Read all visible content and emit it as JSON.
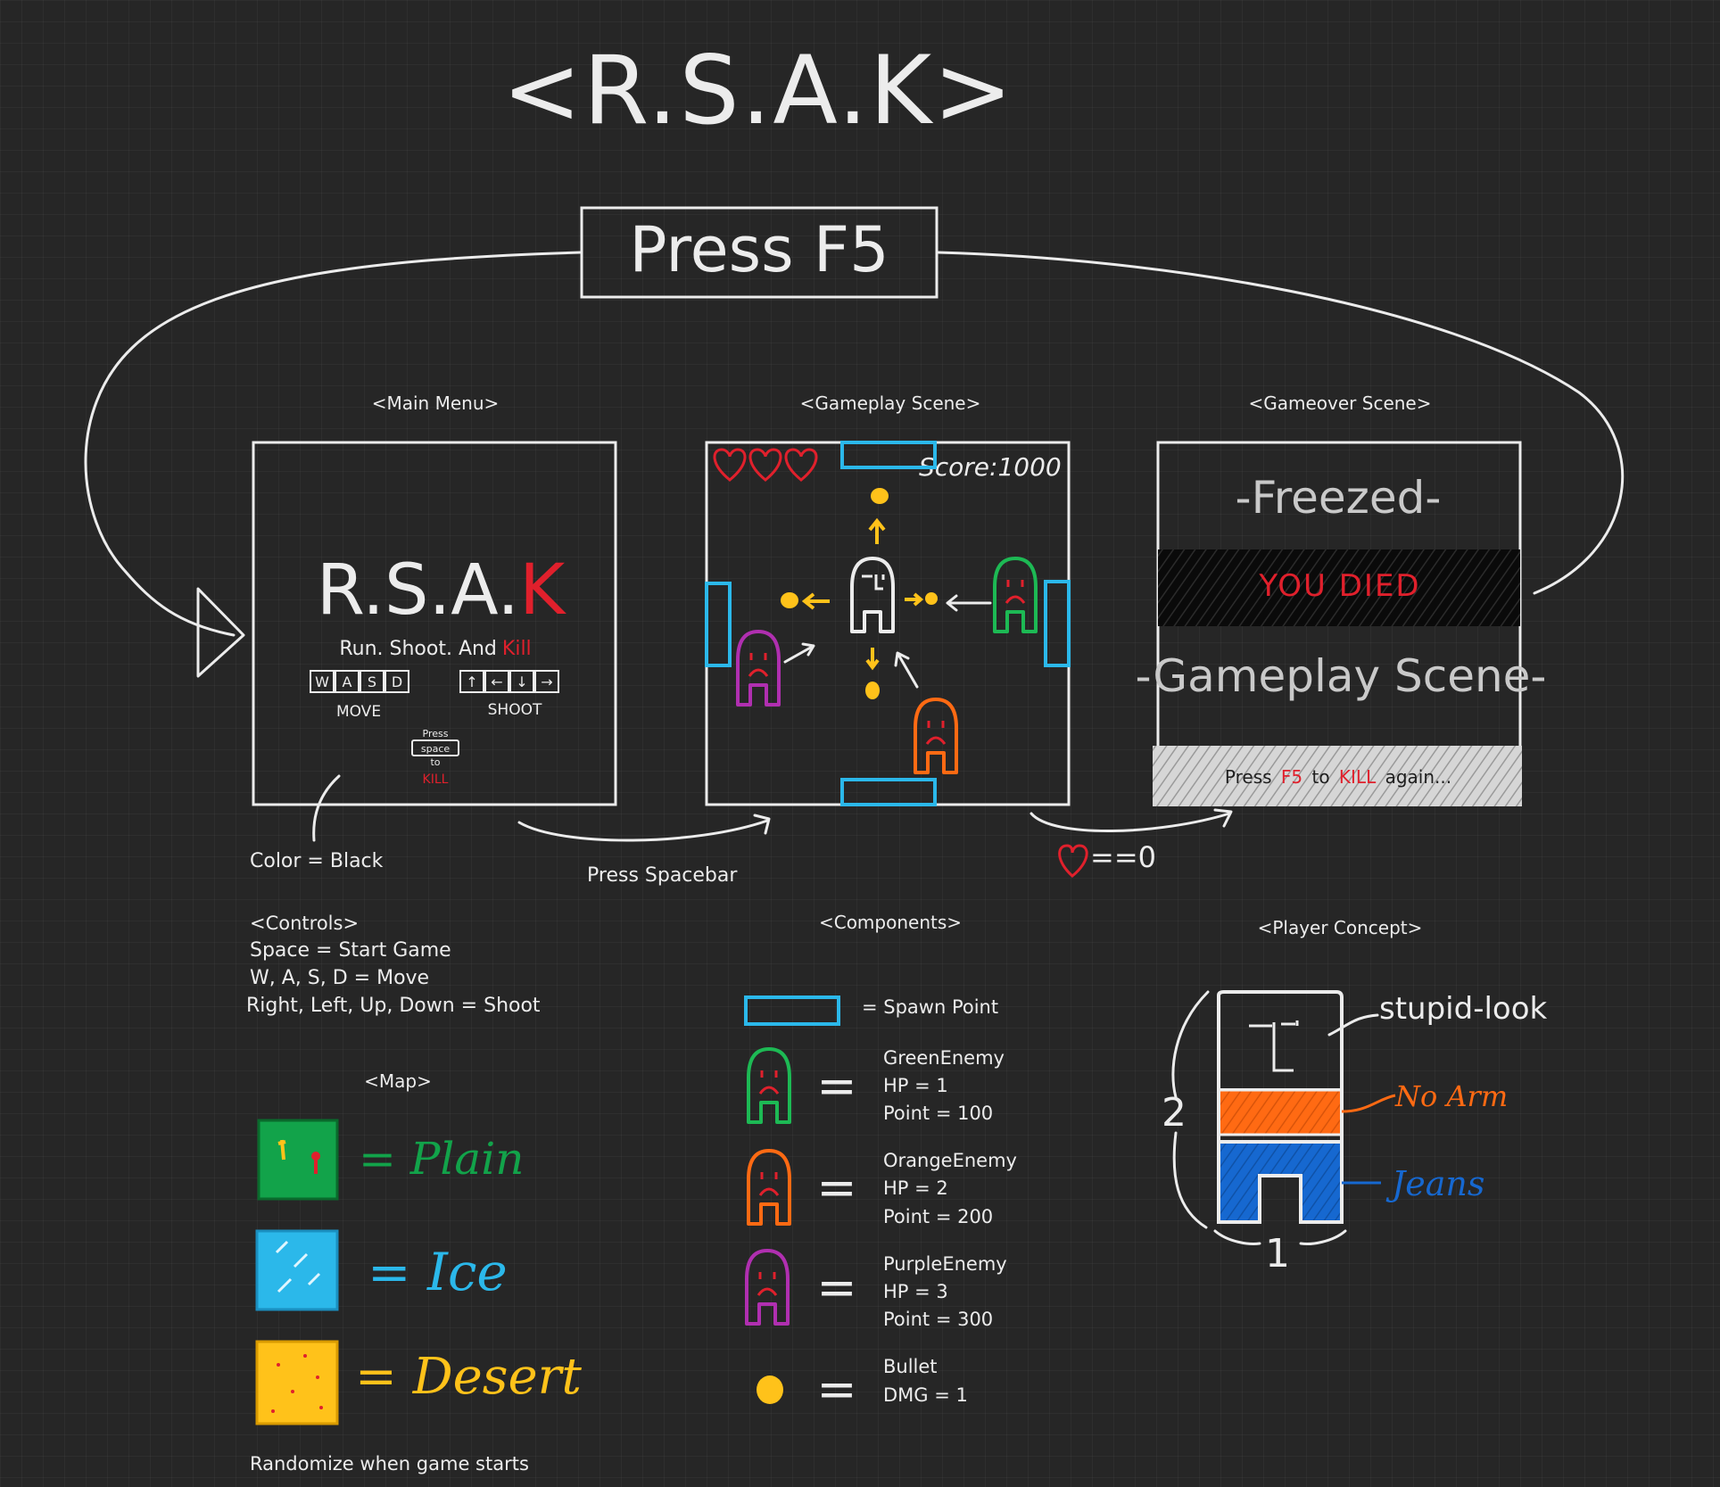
{
  "title": "<R.S.A.K>",
  "restart_box": {
    "label": "Press F5"
  },
  "scenes": {
    "main_menu": {
      "caption": "<Main Menu>",
      "logo": "R.S.A.",
      "logo_accent": "K",
      "tagline": "Run. Shoot. And",
      "tagline_accent": "Kill",
      "move_keys": [
        "W",
        "A",
        "S",
        "D"
      ],
      "shoot_keys": [
        "↑",
        "←",
        "↓",
        "→"
      ],
      "move_label": "MOVE",
      "shoot_label": "SHOOT",
      "press": "Press",
      "space_key": "space",
      "to": "to",
      "kill": "KILL",
      "color_note": "Color = Black"
    },
    "gameplay": {
      "caption": "<Gameplay Scene>",
      "hearts": 3,
      "score": "Score:1000"
    },
    "gameover": {
      "caption": "<Gameover Scene>",
      "freezed": "-Freezed-",
      "you_died": "YOU DIED",
      "gameplay_scene": "-Gameplay Scene-",
      "prompt_press": "Press",
      "prompt_f5": "F5",
      "prompt_to": "to",
      "prompt_kill": "KILL",
      "prompt_again": "again..."
    }
  },
  "transitions": {
    "press_spacebar": "Press Spacebar",
    "hearts_zero": "==0"
  },
  "controls": {
    "title": "<Controls>",
    "lines": [
      "Space = Start Game",
      "W, A, S, D = Move",
      "Right, Left, Up, Down = Shoot"
    ]
  },
  "map": {
    "title": "<Map>",
    "tiles": [
      {
        "label": "= Plain",
        "color": "#12a34a"
      },
      {
        "label": "= Ice",
        "color": "#2bb8ea"
      },
      {
        "label": "= Desert",
        "color": "#ffc21a"
      }
    ],
    "note": "Randomize when game starts"
  },
  "components": {
    "title": "<Components>",
    "spawn_point": "= Spawn Point",
    "enemies": [
      {
        "name": "GreenEnemy",
        "hp": "HP = 1",
        "point": "Point = 100",
        "color": "#1db954"
      },
      {
        "name": "OrangeEnemy",
        "hp": "HP = 2",
        "point": "Point = 200",
        "color": "#ff6a13"
      },
      {
        "name": "PurpleEnemy",
        "hp": "HP = 3",
        "point": "Point = 300",
        "color": "#b02fb0"
      }
    ],
    "bullet": {
      "name": "Bullet",
      "dmg": "DMG = 1",
      "color": "#ffc21a"
    },
    "equals": "="
  },
  "player_concept": {
    "title": "<Player Concept>",
    "face_label": "stupid-look",
    "arm_label": "No Arm",
    "legs_label": "Jeans",
    "height": "2",
    "width": "1",
    "arm_color": "#ff6a13",
    "jeans_color": "#1668d0"
  },
  "colors": {
    "accent_red": "#e0202c",
    "spawn_blue": "#2bb8ea",
    "bullet_yellow": "#ffc21a"
  }
}
